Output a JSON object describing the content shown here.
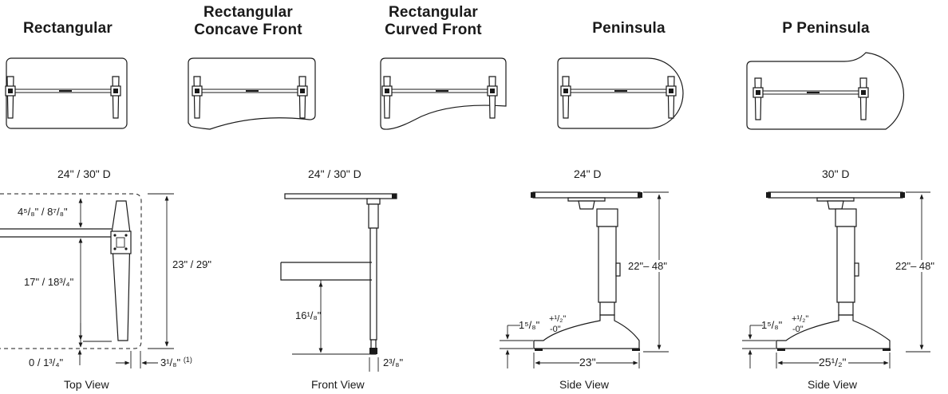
{
  "shapes": [
    {
      "title": "Rectangular"
    },
    {
      "title": "Rectangular Concave Front"
    },
    {
      "title": "Rectangular Curved Front"
    },
    {
      "title": "Peninsula"
    },
    {
      "title": "P Peninsula"
    }
  ],
  "views": {
    "top": {
      "depth": "24\" / 30\" D",
      "caption": "Top View",
      "dim_offset": "4⁵/₈\" / 8⁷/₈\"",
      "dim_column": "17\" / 18³/₄\"",
      "dim_total": "23\" / 29\"",
      "dim_bottom": "0 / 1³/₄\"",
      "dim_edge": "3¹/₈\"",
      "dim_edge_note": "(1)"
    },
    "front": {
      "depth": "24\" / 30\" D",
      "caption": "Front View",
      "dim_height": "16¹/₈\"",
      "dim_foot": "2³/₈\""
    },
    "side24": {
      "depth": "24\" D",
      "caption": "Side View",
      "dim_range": "22\"– 48\"",
      "dim_base_h": "1⁵/₈\"",
      "dim_tol_plus": "+¹/₂\"",
      "dim_tol_minus": "-0\"",
      "dim_base_w": "23\""
    },
    "side30": {
      "depth": "30\" D",
      "caption": "Side View",
      "dim_range": "22\"– 48\"",
      "dim_base_h": "1⁵/₈\"",
      "dim_tol_plus": "+¹/₂\"",
      "dim_tol_minus": "-0\"",
      "dim_base_w": "25¹/₂\""
    }
  }
}
